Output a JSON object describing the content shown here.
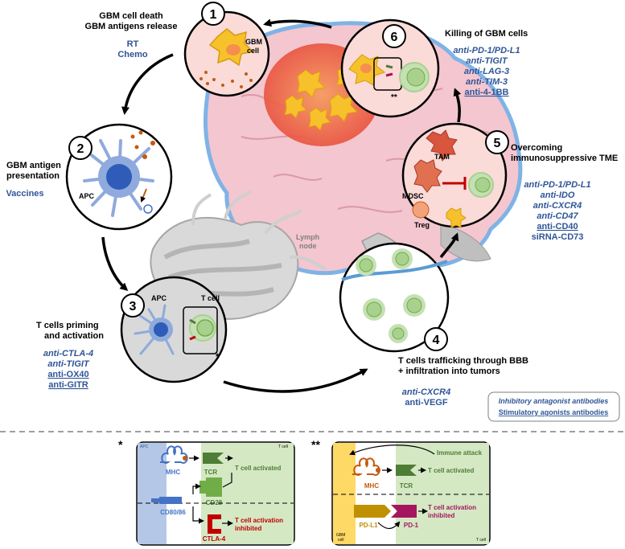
{
  "colors": {
    "drug_blue": "#2f5597",
    "gbm_yellow": "#f7c12c",
    "tcell_green": "#a9d18e",
    "apc_blue": "#4472c4",
    "brain_pink": "#f4c6cf",
    "tumor_red": "#e86a4a",
    "inhib_red": "#c00000",
    "pd1_magenta": "#a5165f",
    "tcr_green": "#4e7d35",
    "pdl1_gold": "#c09000"
  },
  "steps": {
    "s1": {
      "num": "1",
      "title_1": "GBM cell death",
      "title_2": "GBM antigens release",
      "drug_1": "RT",
      "drug_2": "Chemo",
      "inner_label_1": "GBM",
      "inner_label_2": "cell"
    },
    "s2": {
      "num": "2",
      "title_1": "GBM antigen",
      "title_2": "presentation",
      "drug_1": "Vaccines",
      "inner_label": "APC"
    },
    "s3": {
      "num": "3",
      "title_1": "T cells priming",
      "title_2": "and activation",
      "drugs": [
        "anti-CTLA-4",
        "anti-TIGIT",
        "anti-OX40",
        "anti-GITR"
      ],
      "apc_label": "APC",
      "tcell_label": "T cell",
      "marker": "*"
    },
    "s4": {
      "num": "4",
      "title_1": "T cells trafficking through BBB",
      "title_2": "+ infiltration into tumors",
      "drugs": [
        "anti-CXCR4",
        "anti-VEGF"
      ]
    },
    "s5": {
      "num": "5",
      "title_1": "Overcoming",
      "title_2": "immunosuppressive TME",
      "drugs": [
        "anti-PD-1/PD-L1",
        "anti-IDO",
        "anti-CXCR4",
        "anti-CD47",
        "anti-CD40",
        "siRNA-CD73"
      ],
      "tam_label": "TAM",
      "mdsc_label": "MDSC",
      "treg_label": "Treg"
    },
    "s6": {
      "num": "6",
      "title_1": "Killing of GBM cells",
      "drugs": [
        "anti-PD-1/PD-L1",
        "anti-TIGIT",
        "anti-LAG-3",
        "anti-TIM-3",
        "anti-4-1BB"
      ],
      "marker": "**"
    }
  },
  "lymph_node": {
    "label_1": "Lymph",
    "label_2": "node"
  },
  "legend": {
    "inhibitory": "Inhibitory antagonist antibodies",
    "stimulatory": "Stimulatory agonists antibodies"
  },
  "panel_a": {
    "marker": "*",
    "apc_label": "APC",
    "tcell_label": "T cell",
    "mhc": "MHC",
    "tcr": "TCR",
    "cd28": "CD28",
    "cd80": "CD80/86",
    "ctla4": "CTLA-4",
    "activated": "T cell activated",
    "inhibited_1": "T cell activation",
    "inhibited_2": "inhibited"
  },
  "panel_b": {
    "marker": "**",
    "immune_attack": "Immune attack",
    "mhc": "MHC",
    "tcr": "TCR",
    "pdl1": "PD-L1",
    "pd1": "PD-1",
    "activated": "T cell activated",
    "inhibited_1": "T cell activation",
    "inhibited_2": "inhibited",
    "gbm_1": "GBM",
    "gbm_2": "cell",
    "tcell_label": "T cell"
  }
}
